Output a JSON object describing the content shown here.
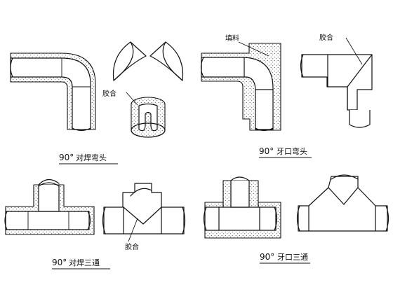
{
  "labels": {
    "glue_1": "胶合",
    "filler": "填料",
    "glue_2": "胶合",
    "glue_3": "胶合"
  },
  "captions": {
    "welded_elbow": {
      "angle": "90°",
      "text": "对焊弯头"
    },
    "threaded_elbow": {
      "angle": "90°",
      "text": "牙口弯头"
    },
    "welded_tee": {
      "angle": "90°",
      "text": "对焊三通"
    },
    "threaded_tee": {
      "angle": "90°",
      "text": "牙口三通"
    }
  }
}
